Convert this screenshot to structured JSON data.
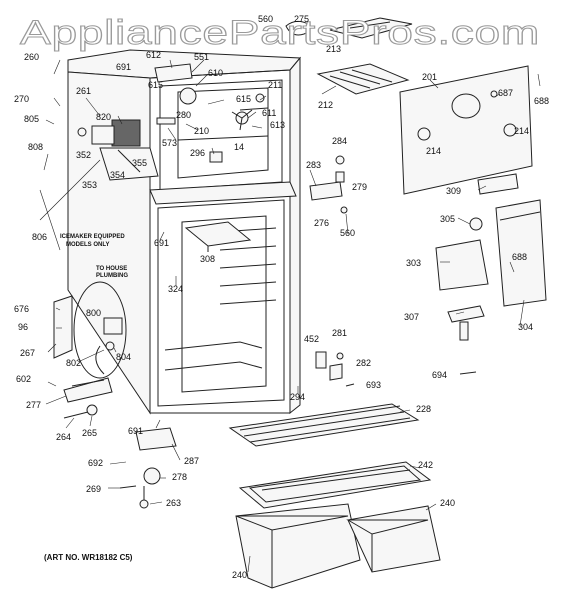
{
  "watermark": "AppliancePartsPros.com",
  "art_number": "(ART NO. WR18182 C5)",
  "notes": {
    "icemaker_line1": "ICEMAKER EQUIPPED",
    "icemaker_line2": "MODELS ONLY",
    "plumbing_line1": "TO HOUSE",
    "plumbing_line2": "PLUMBING"
  },
  "labels": {
    "p560a": "560",
    "p275": "275",
    "p213": "213",
    "p260": "260",
    "p612": "612",
    "p551": "551",
    "p691a": "691",
    "p615a": "615",
    "p610": "610",
    "p201": "201",
    "p212": "212",
    "p270": "270",
    "p261": "261",
    "p211": "211",
    "p687": "687",
    "p688a": "688",
    "p615b": "615",
    "p820": "820",
    "p805": "805",
    "p280": "280",
    "p611": "611",
    "p210": "210",
    "p613": "613",
    "p214a": "214",
    "p214b": "214",
    "p573": "573",
    "p284": "284",
    "p808": "808",
    "p352": "352",
    "p296": "296",
    "p14": "14",
    "p355": "355",
    "p354": "354",
    "p353": "353",
    "p283": "283",
    "p279": "279",
    "p309": "309",
    "p276": "276",
    "p560b": "560",
    "p305": "305",
    "p806": "806",
    "p691b": "691",
    "p308": "308",
    "p688b": "688",
    "p303": "303",
    "p324": "324",
    "p676": "676",
    "p800": "800",
    "p96": "96",
    "p307": "307",
    "p304": "304",
    "p452": "452",
    "p281": "281",
    "p267": "267",
    "p802": "802",
    "p804": "804",
    "p282": "282",
    "p694": "694",
    "p602": "602",
    "p693": "693",
    "p294": "294",
    "p277": "277",
    "p228": "228",
    "p264": "264",
    "p265": "265",
    "p691c": "691",
    "p287": "287",
    "p692": "692",
    "p242": "242",
    "p278": "278",
    "p269": "269",
    "p263": "263",
    "p240a": "240",
    "p240b": "240"
  }
}
